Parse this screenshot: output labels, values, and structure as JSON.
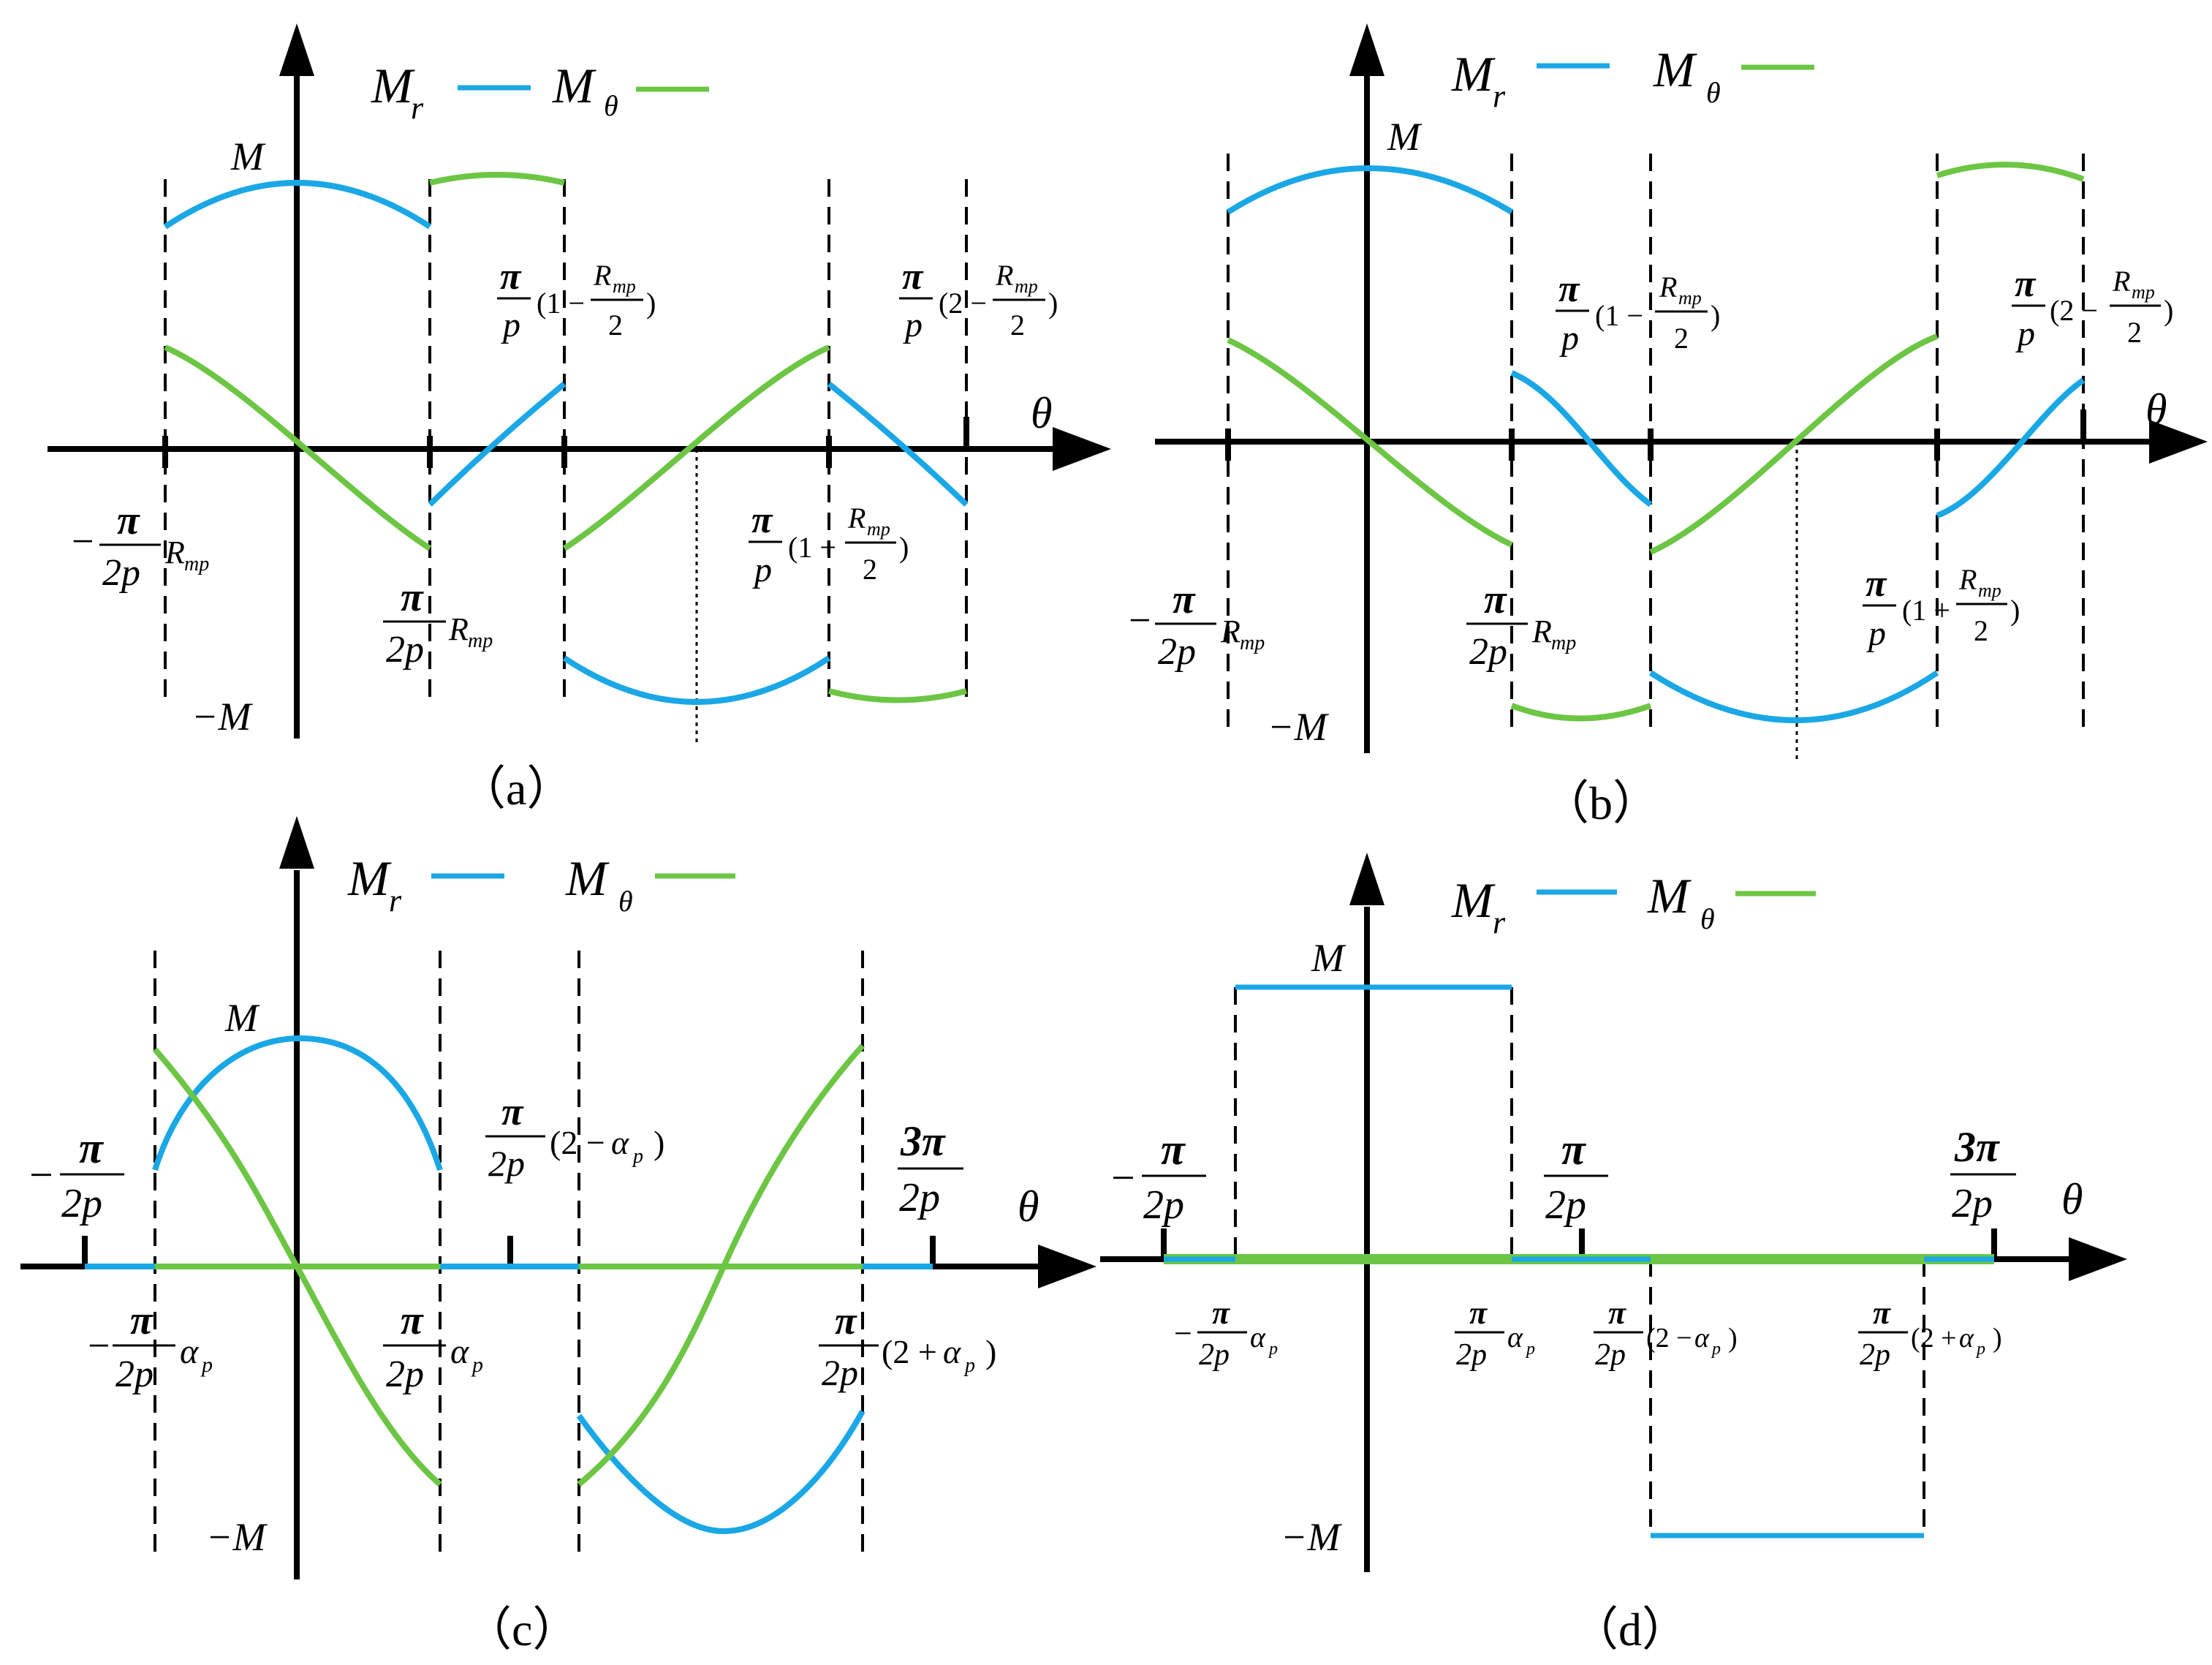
{
  "colors": {
    "Mr": "#1aa7e6",
    "Mtheta": "#6cc644",
    "axis": "#000000"
  },
  "legend": {
    "Mr": "M",
    "Mr_sub": "r",
    "Mtheta": "M",
    "Mtheta_sub": "θ"
  },
  "panels": {
    "a": {
      "caption": "（a）",
      "axis": {
        "theta": "θ",
        "M": "M",
        "negM": "−M"
      },
      "ticks": {
        "t1": {
          "sign": "−",
          "num": "π",
          "den": "2p",
          "tail": "R",
          "sub": "mp"
        },
        "t2": {
          "num": "π",
          "den": "2p",
          "tail": "R",
          "sub": "mp"
        },
        "t3": {
          "num": "π",
          "den": "p",
          "open": "(1 −",
          "fnum": "R",
          "fsub": "mp",
          "fden": "2",
          "close": ")"
        },
        "t4": {
          "num": "π",
          "den": "p",
          "open": "(1 +",
          "fnum": "R",
          "fsub": "mp",
          "fden": "2",
          "close": ")"
        },
        "t5": {
          "num": "π",
          "den": "p",
          "open": "(2 −",
          "fnum": "R",
          "fsub": "mp",
          "fden": "2",
          "close": ")"
        }
      }
    },
    "b": {
      "caption": "（b）",
      "axis": {
        "theta": "θ",
        "M": "M",
        "negM": "−M"
      },
      "ticks": {
        "t1": {
          "sign": "−",
          "num": "π",
          "den": "2p",
          "tail": "R",
          "sub": "mp"
        },
        "t2": {
          "num": "π",
          "den": "2p",
          "tail": "R",
          "sub": "mp"
        },
        "t3": {
          "num": "π",
          "den": "p",
          "open": "(1 −",
          "fnum": "R",
          "fsub": "mp",
          "fden": "2",
          "close": ")"
        },
        "t4": {
          "num": "π",
          "den": "p",
          "open": "(1 +",
          "fnum": "R",
          "fsub": "mp",
          "fden": "2",
          "close": ")"
        },
        "t5": {
          "num": "π",
          "den": "p",
          "open": "(2 −",
          "fnum": "R",
          "fsub": "mp",
          "fden": "2",
          "close": ")"
        }
      }
    },
    "c": {
      "caption": "（c）",
      "axis": {
        "theta": "θ",
        "M": "M",
        "negM": "−M"
      },
      "ticks": {
        "t1": {
          "sign": "−",
          "num": "π",
          "den": "2p"
        },
        "t2": {
          "sign": "−",
          "num": "π",
          "den": "2p",
          "tail": "α",
          "sub": "p"
        },
        "t3": {
          "num": "π",
          "den": "2p",
          "tail": "α",
          "sub": "p"
        },
        "t4": {
          "num": "π",
          "den": "2p",
          "open": "(2 −",
          "tail": "α",
          "sub": "p",
          "close": ")"
        },
        "t5": {
          "num": "π",
          "den": "2p",
          "open": "(2 +",
          "tail": "α",
          "sub": "p",
          "close": ")"
        },
        "t6": {
          "num": "3π",
          "den": "2p"
        }
      }
    },
    "d": {
      "caption": "（d）",
      "axis": {
        "theta": "θ",
        "M": "M",
        "negM": "−M"
      },
      "ticks": {
        "t1": {
          "sign": "−",
          "num": "π",
          "den": "2p"
        },
        "t2": {
          "num": "π",
          "den": "2p"
        },
        "t3": {
          "num": "3π",
          "den": "2p"
        },
        "t4": {
          "sign": "−",
          "num": "π",
          "den": "2p",
          "tail": "α",
          "sub": "p"
        },
        "t5": {
          "num": "π",
          "den": "2p",
          "tail": "α",
          "sub": "p"
        },
        "t6": {
          "num": "π",
          "den": "2p",
          "open": "(2 −",
          "tail": "α",
          "sub": "p",
          "close": ")"
        },
        "t7": {
          "num": "π",
          "den": "2p",
          "open": "(2 +",
          "tail": "α",
          "sub": "p",
          "close": ")"
        }
      }
    }
  },
  "chart_data": [
    {
      "type": "line",
      "panel": "a",
      "x": "θ",
      "series": [
        {
          "name": "Mr",
          "description": "cosine arcs: M·cosθ over (−πR/2p, πR/2p); −M·cos-shaped arc over (π/p(1−R/2), π/p(1+R/2)); rising/falling segments between"
        },
        {
          "name": "Mθ",
          "description": "−M·sinθ shape over the magnet span; opposite-sign arcs in the gaps"
        }
      ]
    },
    {
      "type": "line",
      "panel": "b",
      "x": "θ",
      "series": [
        {
          "name": "Mr",
          "description": "cosine arcs of amplitude M centred at 0 and −M centred at π/p"
        },
        {
          "name": "Mθ",
          "description": "−sin-shaped waveform with opposite arcs in gap regions"
        }
      ]
    },
    {
      "type": "line",
      "panel": "c",
      "x": "θ",
      "series": [
        {
          "name": "Mr",
          "description": "M cosine arc over (−πα_p/2p, πα_p/2p), zero in gaps, −M arc over (π/2p(2−α_p), π/2p(2+α_p))"
        },
        {
          "name": "Mθ",
          "description": "steep −sin shapes over the magnet spans, zero in gaps"
        }
      ]
    },
    {
      "type": "line",
      "panel": "d",
      "x": "θ",
      "series": [
        {
          "name": "Mr",
          "description": "rectangular: M over (−πα_p/2p, πα_p/2p), 0 in gaps, −M over (π/2p(2−α_p), π/2p(2+α_p))"
        },
        {
          "name": "Mθ",
          "description": "zero everywhere"
        }
      ]
    }
  ]
}
